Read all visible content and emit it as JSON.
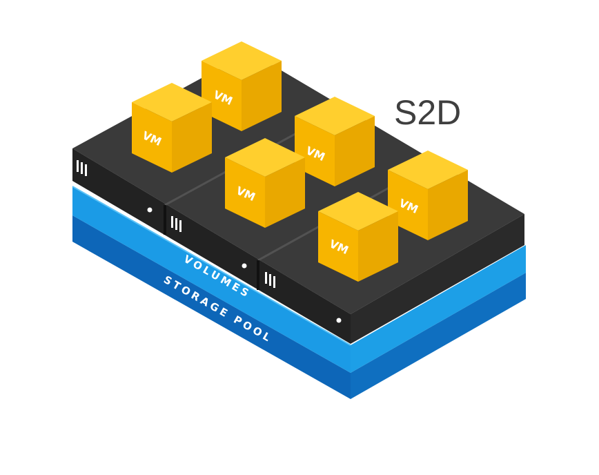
{
  "title": "S2D",
  "layers": {
    "volumes": "VOLUMES",
    "storage_pool": "STORAGE POOL"
  },
  "vm_label": "VM",
  "colors": {
    "server_top": "#3a3a3a",
    "server_left": "#222222",
    "server_right": "#2a2a2a",
    "volumes_top": "#3daff0",
    "volumes_left": "#1b9be6",
    "volumes_right": "#1d9fe7",
    "pool_left": "#0d66b8",
    "pool_right": "#0f6fc0",
    "vm_top": "#ffcf2e",
    "vm_left": "#f7b500",
    "vm_right": "#e9a800"
  }
}
